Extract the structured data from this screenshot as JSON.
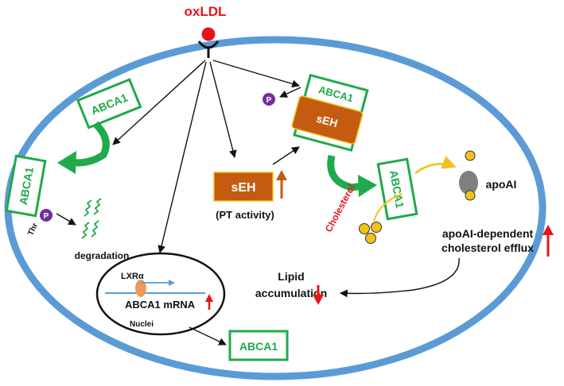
{
  "ligand": {
    "label": "oxLDL",
    "color": "#e8141c"
  },
  "cell": {
    "membrane_color": "#5b9bd5"
  },
  "proteins": {
    "abca1_label": "ABCA1",
    "abca1_color": "#1faa4b",
    "seh_label": "sEH",
    "seh_color": "#c55a11"
  },
  "phospho": {
    "label": "P",
    "color": "#7030a0"
  },
  "labels": {
    "thr": "Thr",
    "degradation": "degradation",
    "pt_activity": "(PT activity)",
    "lxr": "LXRα",
    "mrna": "ABCA1 mRNA",
    "nuclei": "Nuclei",
    "cholesterol": "Cholesterol",
    "apoai": "apoAI",
    "efflux_line1": "apoAI-dependent",
    "efflux_line2": "cholesterol efflux",
    "lipid_line1": "Lipid",
    "lipid_line2": "accumulation"
  },
  "indicators": {
    "up_color": "#e8141c",
    "seh_up_color": "#c55a11",
    "down_color": "#e8141c"
  },
  "cholesterol_color": "#f2c21a"
}
